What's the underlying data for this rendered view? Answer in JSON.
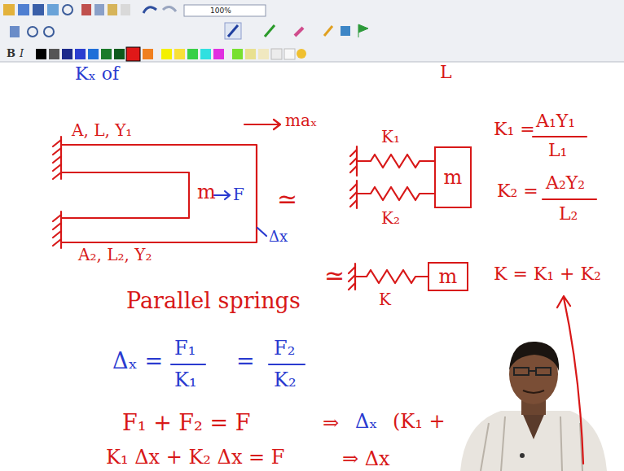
{
  "diagram": {
    "nodes": [
      {
        "text": [
          "m"
        ]
      },
      {
        "text": [
          "m"
        ]
      },
      {
        "text": [
          "m"
        ]
      }
    ],
    "labels": [
      "100%",
      "Kₓ of",
      "L",
      "A, L, Y₁",
      "maₓ",
      "F",
      "Δx",
      "A₂, L₂, Y₂",
      "≃",
      "K₁",
      "K₂",
      "≃",
      "K",
      "K₁ =",
      "A₁Y₁",
      "L₁",
      "K₂ =",
      "A₂Y₂",
      "L₂",
      "K = K₁ + K₂",
      "Parallel springs",
      "Δₓ =",
      "F₁",
      "K₁",
      "=",
      "F₂",
      "K₂",
      "F₁ + F₂ = F",
      "⇒",
      "Δₓ",
      "(K₁ +",
      "K₁ Δx + K₂ Δx = F",
      "⇒ Δx"
    ]
  }
}
